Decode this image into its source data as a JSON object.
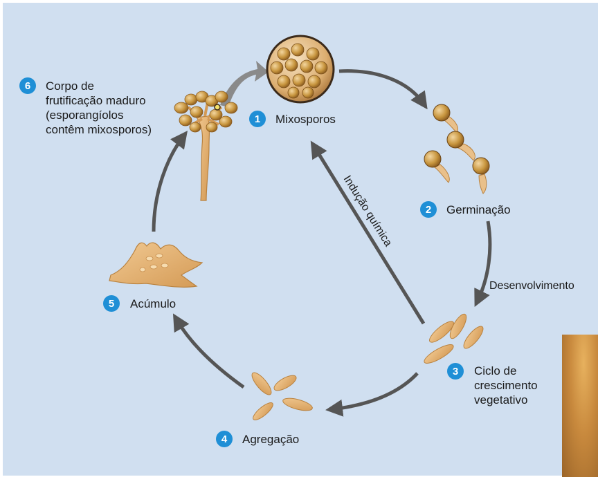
{
  "steps": [
    {
      "num": "1",
      "lines": [
        "Mixosporos"
      ]
    },
    {
      "num": "2",
      "lines": [
        "Germinação"
      ]
    },
    {
      "num": "3",
      "lines": [
        "Ciclo de",
        "crescimento",
        "vegetativo"
      ]
    },
    {
      "num": "4",
      "lines": [
        "Agregação"
      ]
    },
    {
      "num": "5",
      "lines": [
        "Acúmulo"
      ]
    },
    {
      "num": "6",
      "lines": [
        "Corpo de",
        "frutificação maduro",
        "(esporangíolos",
        "contêm mixosporos)"
      ]
    }
  ],
  "arrow_labels": {
    "development": "Desenvolvimento",
    "chemical_induction": "Indução química"
  },
  "colors": {
    "panel": "#d0dff0",
    "badge": "#1f8fd6",
    "arrow": "#555555",
    "cell": "#e7b878",
    "cell_stroke": "#b9823f",
    "spore": "#c89a4e"
  }
}
